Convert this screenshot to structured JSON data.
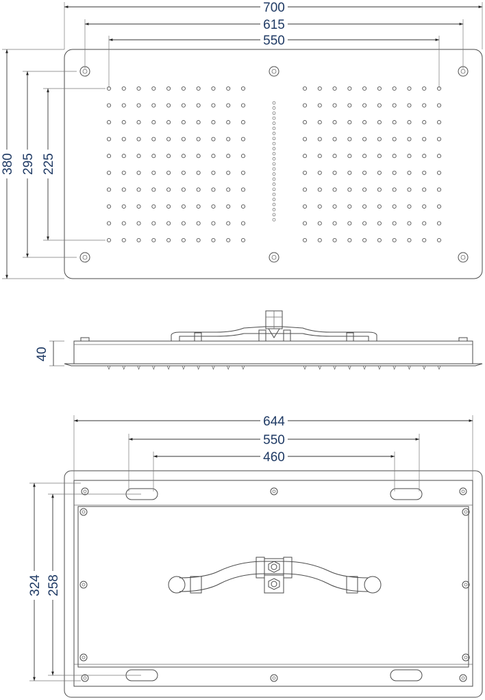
{
  "top_view": {
    "dims": {
      "overall_width": "700",
      "mount_spacing": "615",
      "nozzle_span": "550",
      "overall_height": "380",
      "mount_height": "295",
      "nozzle_height": "225"
    },
    "nozzle_grid": {
      "rows": 10,
      "cols_per_side": 10
    }
  },
  "side_view": {
    "dims": {
      "thickness": "40"
    }
  },
  "bottom_view": {
    "dims": {
      "frame_width": "644",
      "slot_spacing": "550",
      "slot_inner": "460",
      "frame_height": "324",
      "inner_height": "258"
    }
  }
}
